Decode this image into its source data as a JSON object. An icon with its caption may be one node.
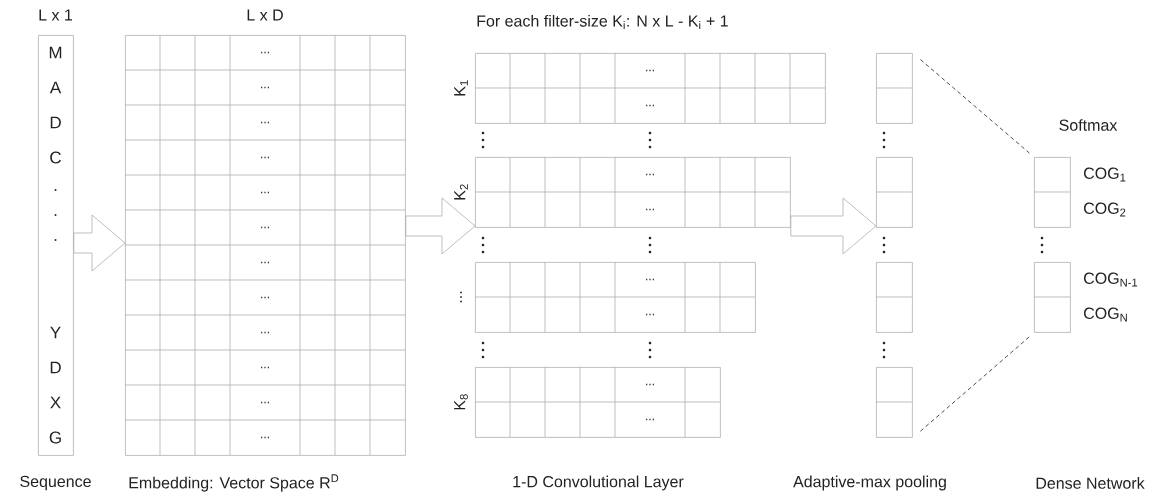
{
  "diagram": {
    "nodes": [
      {
        "text": [
          "L x 1",
          "M",
          "A",
          "D",
          "C",
          ".",
          ".",
          ".",
          "Y",
          "D",
          "X",
          "G"
        ],
        "beside": [
          "Sequence"
        ]
      },
      {
        "text": [
          "L x D",
          "...",
          "...",
          "...",
          "...",
          "...",
          "...",
          "...",
          "...",
          "...",
          "...",
          "...",
          "..."
        ],
        "beside": [
          "Embedding: Vector Space R$^{D}$"
        ]
      },
      {
        "text": [
          "K$_{1}$",
          "...",
          "..."
        ]
      },
      {
        "text": [
          "K$_{2}$",
          "...",
          "..."
        ]
      },
      {
        "text": [
          "...",
          "...",
          "..."
        ]
      },
      {
        "text": [
          "K$_{8}$",
          "...",
          "..."
        ]
      },
      {
        "text": [],
        "shape": "box"
      },
      {
        "text": [],
        "shape": "box"
      },
      {
        "text": [],
        "shape": "box"
      },
      {
        "text": [],
        "shape": "box"
      },
      {
        "text": [],
        "shape": "box",
        "beside": [
          "COG$_{1}$",
          "COG$_{2}$"
        ]
      },
      {
        "text": [],
        "shape": "box",
        "beside": [
          "COG$_{N-1}$",
          "COG$_{N}$"
        ]
      }
    ],
    "edges": [
      {
        "from": 0,
        "to": 1,
        "arrow": "to"
      },
      {
        "from": 1,
        "to": 3,
        "arrow": "to"
      },
      {
        "from": 3,
        "to": 7,
        "arrow": "to"
      },
      {
        "from": 6,
        "to": 10,
        "arrow": "none",
        "style": "dashed"
      },
      {
        "from": 9,
        "to": 11,
        "arrow": "none",
        "style": "dashed"
      }
    ],
    "labels": [
      "For each filter-size K$_{i}$: N x L - K$_{i}$ + 1",
      "Softmax",
      "1-D Convolutional Layer",
      "Adaptive-max pooling",
      "Dense Network"
    ]
  }
}
